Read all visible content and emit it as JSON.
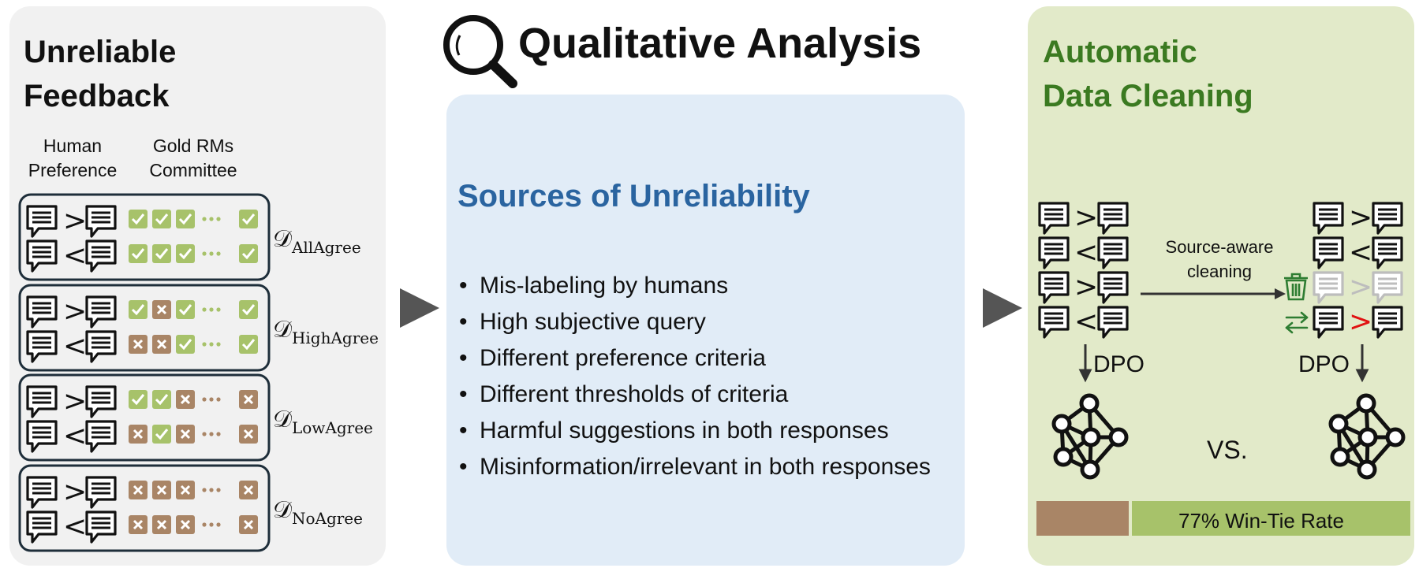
{
  "left": {
    "title": "Unreliable\nFeedback",
    "col_human": "Human\nPreference",
    "col_gold": "Gold RMs\nCommittee",
    "groups": [
      {
        "script": "𝒟",
        "subscript": "AllAgree"
      },
      {
        "script": "𝒟",
        "subscript": "HighAgree"
      },
      {
        "script": "𝒟",
        "subscript": "LowAgree"
      },
      {
        "script": "𝒟",
        "subscript": "NoAgree"
      }
    ],
    "colors": {
      "check": "#a7c26a",
      "cross": "#a98566"
    }
  },
  "middle": {
    "title": "Qualitative Analysis",
    "subtitle": "Sources of Unreliability",
    "bullets": [
      "Mis-labeling by humans",
      "High subjective query",
      "Different preference criteria",
      "Different thresholds of criteria",
      "Harmful suggestions in both responses",
      "Misinformation/irrelevant in both responses"
    ],
    "icon": "magnifier-icon"
  },
  "right": {
    "title": "Automatic\nData Cleaning",
    "cleaning_label": "Source-aware\ncleaning",
    "dpo_left": "DPO",
    "dpo_right": "DPO",
    "vs": "VS.",
    "win_tie_text": "77% Win-Tie Rate",
    "win_tie_rate": 0.77,
    "colors": {
      "loss_bar": "#a98566",
      "win_bar": "#a7c26a",
      "title": "#3b7a21",
      "flip": "#e11111"
    }
  }
}
